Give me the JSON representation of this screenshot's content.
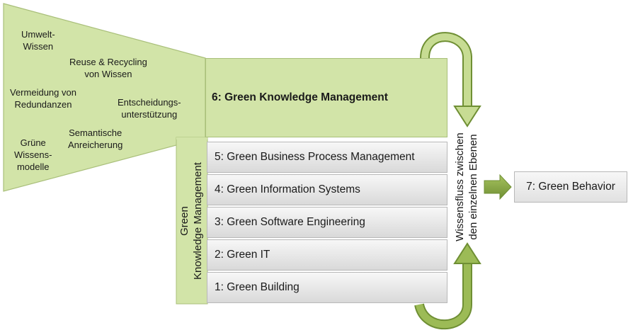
{
  "funnel_terms": {
    "t1": "Umwelt-\nWissen",
    "t2": "Reuse & Recycling\nvon Wissen",
    "t3": "Vermeidung von\nRedundanzen",
    "t4": "Entscheidungs-\nunterstützung",
    "t5": "Semantische\nAnreicherung",
    "t6": "Grüne\nWissens-\nmodelle"
  },
  "layers": {
    "l6": "6: Green Knowledge Management",
    "l5": "5: Green Business Process Management",
    "l4": "4: Green Information Systems",
    "l3": "3: Green Software Engineering",
    "l2": "2: Green IT",
    "l1": "1: Green Building"
  },
  "side_label": "Green\nKnowledge Management",
  "flow_label": "Wissensfluss zwischen\nden einzelnen Ebenen",
  "output": "7: Green Behavior",
  "colors": {
    "green_fill": "#d2e4a8",
    "green_border": "#a9bf7a",
    "arrow_green": "#8aab4b"
  }
}
